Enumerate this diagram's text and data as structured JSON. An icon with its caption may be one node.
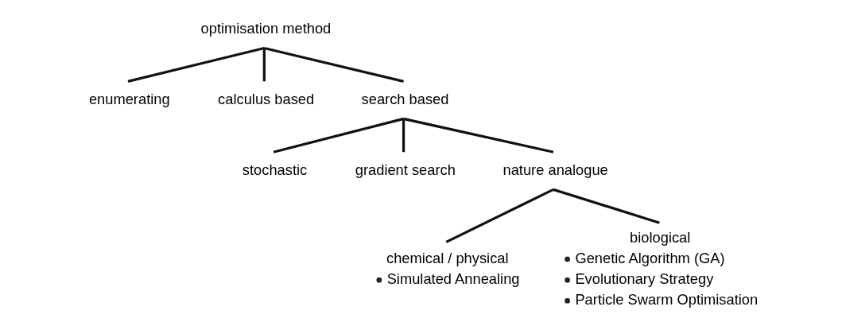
{
  "diagram": {
    "nodes": [
      {
        "text": [
          "optimisation method"
        ]
      },
      {
        "text": [
          "enumerating"
        ]
      },
      {
        "text": [
          "calculus based"
        ]
      },
      {
        "text": [
          "search based"
        ]
      },
      {
        "text": [
          "stochastic"
        ]
      },
      {
        "text": [
          "gradient search"
        ]
      },
      {
        "text": [
          "nature analogue"
        ]
      },
      {
        "text": [
          "chemical / physical",
          "Simulated Annealing"
        ]
      },
      {
        "text": [
          "biological",
          "Genetic Algorithm (GA)",
          "Evolutionary Strategy",
          "Particle Swarm Optimisation"
        ]
      }
    ],
    "edges": [
      {
        "from": 0,
        "to": 1,
        "arrow": "none"
      },
      {
        "from": 0,
        "to": 2,
        "arrow": "none"
      },
      {
        "from": 0,
        "to": 3,
        "arrow": "none"
      },
      {
        "from": 3,
        "to": 4,
        "arrow": "none"
      },
      {
        "from": 3,
        "to": 5,
        "arrow": "none"
      },
      {
        "from": 3,
        "to": 6,
        "arrow": "none"
      },
      {
        "from": 6,
        "to": 7,
        "arrow": "none"
      },
      {
        "from": 6,
        "to": 8,
        "arrow": "none"
      }
    ]
  }
}
